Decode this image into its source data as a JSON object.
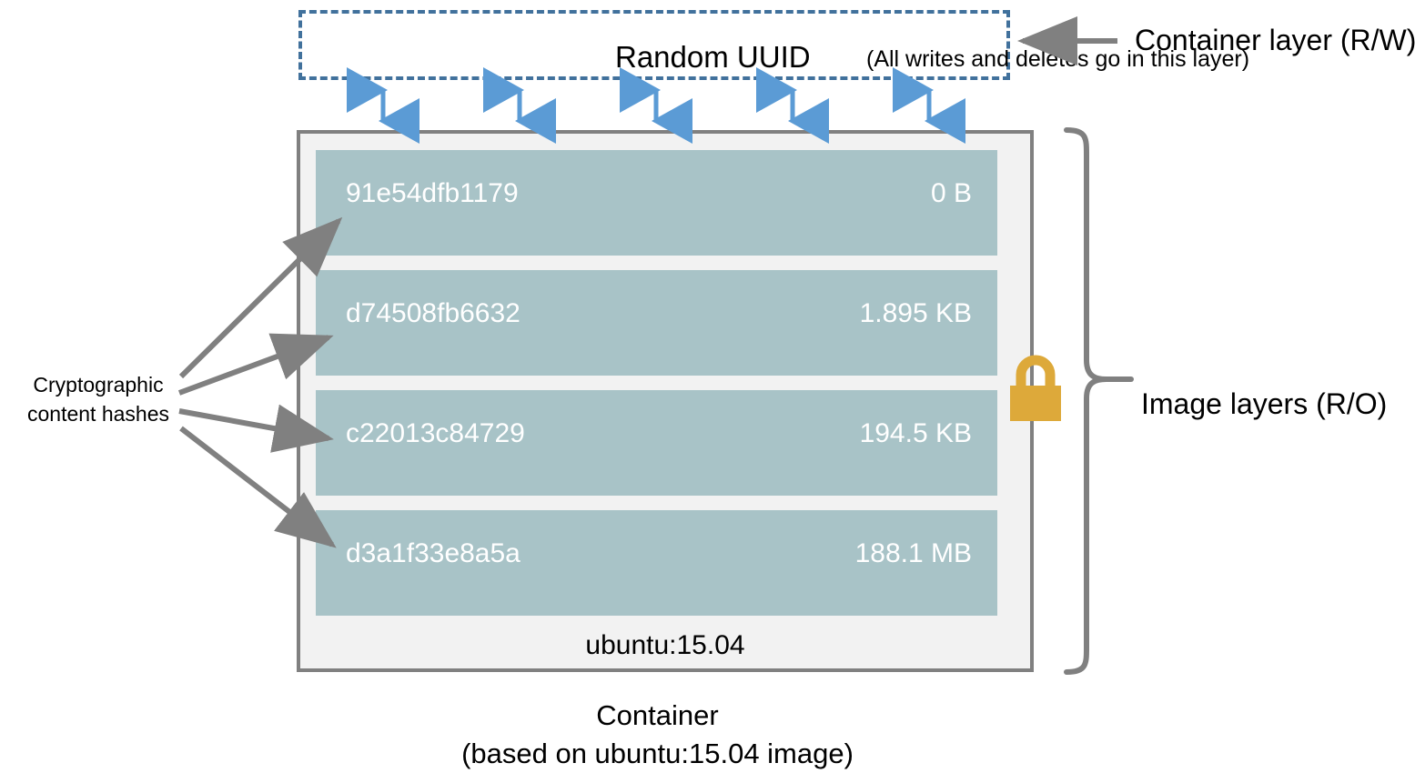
{
  "diagram": {
    "title_caption_line1": "Container",
    "title_caption_line2": "(based on ubuntu:15.04 image)",
    "colors": {
      "container_layer_border": "#41719c",
      "image_layer_fill": "#a8c3c7",
      "container_frame_border": "#808080",
      "container_frame_fill": "#f2f2f2",
      "arrow_blue": "#5b9bd5",
      "arrow_gray": "#808080",
      "lock_gold": "#dda93a",
      "layer_text": "#ffffff"
    }
  },
  "container_layer": {
    "uuid_label": "Random UUID",
    "note": "(All writes and deletes go in this layer)",
    "caption": "Container layer (R/W)"
  },
  "image": {
    "name": "ubuntu:15.04",
    "caption": "Image layers (R/O)",
    "lock_icon": "padlock-icon",
    "layers": [
      {
        "hash": "91e54dfb1179",
        "size": "0 B"
      },
      {
        "hash": "d74508fb6632",
        "size": "1.895 KB"
      },
      {
        "hash": "c22013c84729",
        "size": "194.5 KB"
      },
      {
        "hash": "d3a1f33e8a5a",
        "size": "188.1 MB"
      }
    ]
  },
  "annotations": {
    "hash_note_line1": "Cryptographic",
    "hash_note_line2": "content hashes"
  }
}
